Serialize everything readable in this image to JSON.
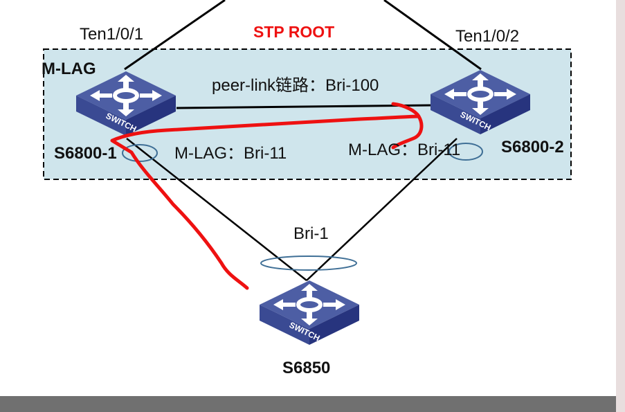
{
  "diagram": {
    "title": "STP ROOT",
    "group_label": "M-LAG",
    "uplink_ports": {
      "left": "Ten1/0/1",
      "right": "Ten1/0/2"
    },
    "peer_link_label": "peer-link链路：Bri-100",
    "mlag_left_label": "M-LAG：Bri-11",
    "mlag_right_label": "M-LAG：Bri-11",
    "downlink_agg_label": "Bri-1",
    "switch_icon_text": "SWITCH",
    "devices": [
      {
        "id": "s6800-1",
        "name": "S6800-1"
      },
      {
        "id": "s6800-2",
        "name": "S6800-2"
      },
      {
        "id": "s6850",
        "name": "S6850"
      }
    ],
    "annotation": "red hand-drawn traffic path from S6850 up to S6800-1, across to S6800-2",
    "colors": {
      "group_fill": "#cfe5ec",
      "switch_top": "#4a5aa0",
      "switch_side": "#2c3a86",
      "link": "#000000",
      "agg_ellipse": "#3f6f96",
      "annotation": "#ee1111",
      "title": "#ee1111"
    }
  }
}
